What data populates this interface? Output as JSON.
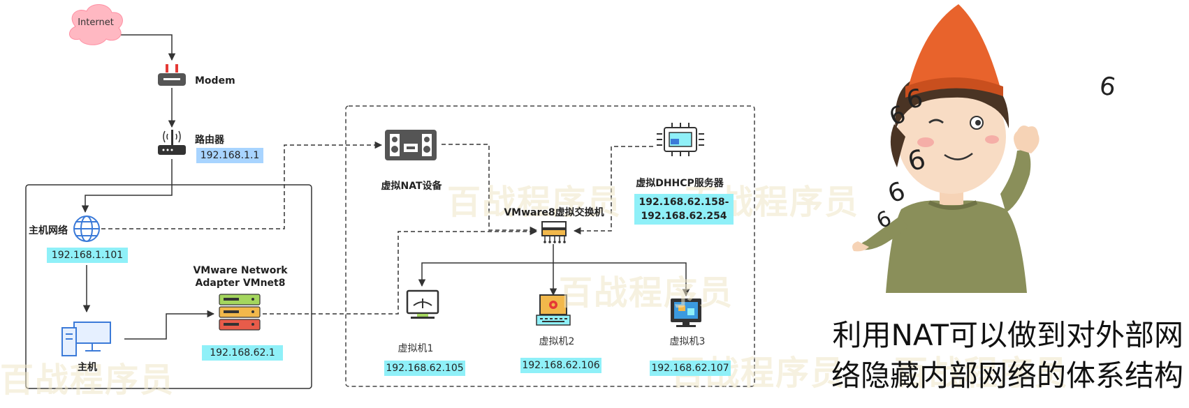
{
  "colors": {
    "ip_cyan": "#8ff0f8",
    "ip_blue": "#a8d4ff",
    "cloud": "#ffb8c2",
    "router_red": "#e53935",
    "switch_green": "#a4d65e",
    "switch_yellow": "#f2b84b",
    "switch_red": "#e85c4a",
    "hat": "#e8632c",
    "shirt": "#8a8f5a"
  },
  "nodes": {
    "internet": {
      "label": "Internet",
      "icon": "cloud-icon"
    },
    "modem": {
      "label": "Modem",
      "icon": "modem-icon"
    },
    "router": {
      "label": "路由器",
      "ip": "192.168.1.1",
      "icon": "router-icon"
    },
    "host_network": {
      "label": "主机网络",
      "ip": "192.168.1.101",
      "icon": "globe-icon"
    },
    "host": {
      "label": "主机",
      "icon": "desktop-computer-icon"
    },
    "vmnet8": {
      "label_line1": "VMware Network",
      "label_line2": "Adapter VMnet8",
      "ip": "192.168.62.1",
      "icon": "server-stack-icon"
    },
    "nat": {
      "label": "虚拟NAT设备",
      "icon": "speaker-device-icon"
    },
    "dhcp": {
      "label": "虚拟DHHCP服务器",
      "ip_line1": "192.168.62.158-",
      "ip_line2": "192.168.62.254",
      "icon": "chip-board-icon"
    },
    "switch": {
      "label": "VMware8虚拟交换机",
      "icon": "switch-icon"
    },
    "vm1": {
      "label": "虚拟机1",
      "ip": "192.168.62.105",
      "icon": "monitor-icon"
    },
    "vm2": {
      "label": "虚拟机2",
      "ip": "192.168.62.106",
      "icon": "gear-computer-icon"
    },
    "vm3": {
      "label": "虚拟机3",
      "ip": "192.168.62.107",
      "icon": "screen-computer-icon"
    }
  },
  "watermark": "百战程序员",
  "caption": {
    "line1": "利用NAT可以做到对外部网",
    "line2": "络隐藏内部网络的体系结构"
  },
  "illustration": {
    "numbers": [
      "6",
      "6",
      "6",
      "6",
      "6",
      "6"
    ],
    "icon": "boy-thumbs-666-illustration"
  }
}
